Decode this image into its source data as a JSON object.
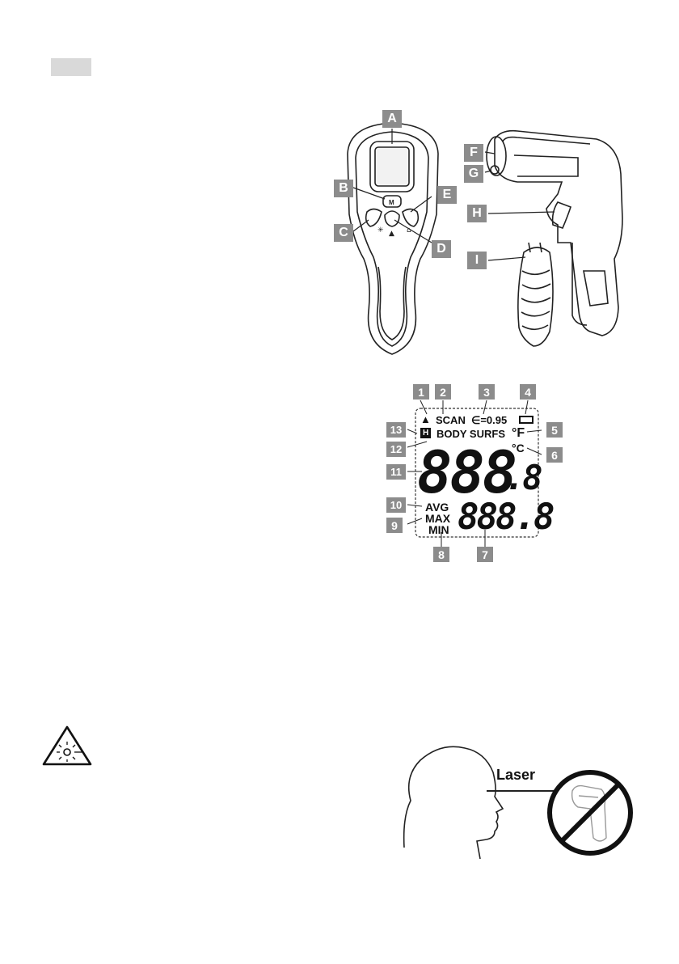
{
  "device_labels": [
    "A",
    "B",
    "C",
    "D",
    "E",
    "F",
    "G",
    "H",
    "I"
  ],
  "lcd_labels": [
    "1",
    "2",
    "3",
    "4",
    "5",
    "6",
    "7",
    "8",
    "9",
    "10",
    "11",
    "12",
    "13"
  ],
  "lcd": {
    "scan": "SCAN",
    "emissivity": "∈=0.95",
    "mode_body_surfs": "BODY SURFS",
    "unit_f": "°F",
    "unit_c": "°C",
    "main_digits": "888",
    "main_decimal": ".8",
    "avg": "AVG",
    "max": "MAX",
    "min": "MIN",
    "sub_digits": "888.8",
    "hold_icon": "H"
  },
  "warning": {
    "icon": "laser-warning-icon",
    "laser_label": "Laser"
  }
}
